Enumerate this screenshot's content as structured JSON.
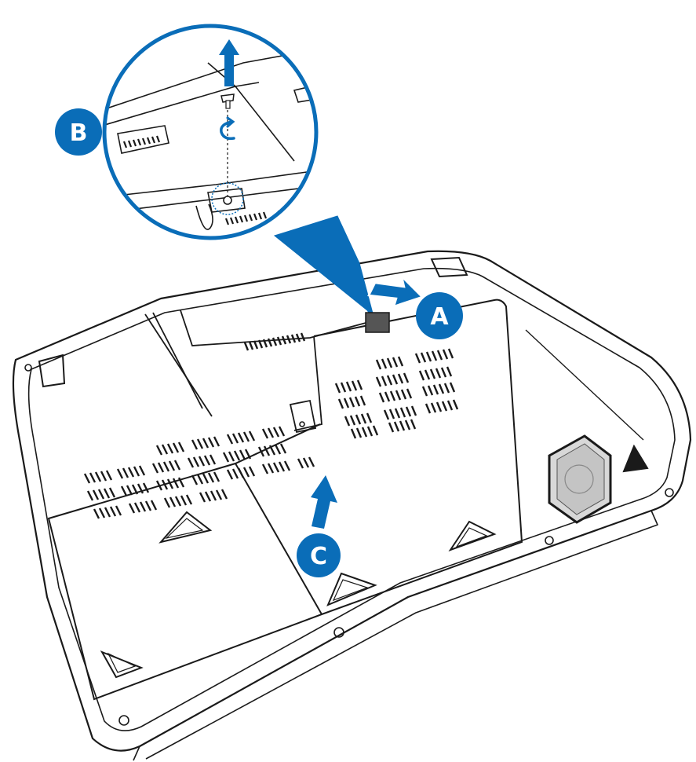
{
  "steps": {
    "a": {
      "label": "A"
    },
    "b": {
      "label": "B"
    },
    "c": {
      "label": "C"
    }
  },
  "colors": {
    "accent": "#0a6db8",
    "line": "#1a1a1a",
    "background": "#ffffff"
  },
  "icons": [
    "arrow-up-icon",
    "arrow-right-icon",
    "rotate-ccw-icon",
    "screw-icon"
  ]
}
